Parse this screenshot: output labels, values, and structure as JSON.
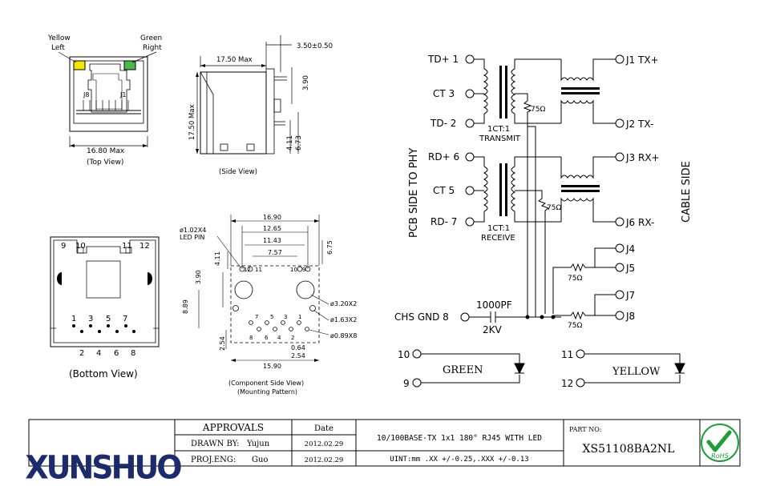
{
  "top_view": {
    "yellow_label": "Yellow",
    "yellow_sub": "Left",
    "green_label": "Green",
    "green_sub": "Right",
    "j8": "J8",
    "j1": "J1",
    "width_dim": "16.80 Max",
    "caption": "(Top View)",
    "yellow_color": "#f5e800",
    "green_color": "#4fb84a"
  },
  "side_view": {
    "dim_offset": "3.50±0.50",
    "dim_width": "17.50 Max",
    "dim_height": "17.50 Max",
    "dim_390": "3.90",
    "dim_411": "4.11",
    "dim_673": "6.73",
    "caption": "(Side View)"
  },
  "bottom_view": {
    "pin_top_left": [
      "9",
      "10"
    ],
    "pin_top_right": [
      "11",
      "12"
    ],
    "pins_odd": [
      "1",
      "3",
      "5",
      "7"
    ],
    "pins_even": [
      "2",
      "4",
      "6",
      "8"
    ],
    "caption": "(Bottom View)"
  },
  "pcb_view": {
    "dim_1690": "16.90",
    "dim_1265": "12.65",
    "dim_1143": "11.43",
    "dim_757": "7.57",
    "dim_675": "6.75",
    "dim_411": "4.11",
    "dim_390": "3.90",
    "dim_889": "8.89",
    "dim_254": "2.54",
    "dim_064": "0.64",
    "dim_254b": "2.54",
    "dim_1590": "15.90",
    "led_pin": "ø1.02X4",
    "led_pin_label": "LED PIN",
    "hole_320": "ø3.20X2",
    "hole_163": "ø1.63X2",
    "hole_089": "ø0.89X8",
    "pin_labels_top": [
      "12",
      "11",
      "10",
      "9"
    ],
    "pin_labels_row1": [
      "7",
      "5",
      "3",
      "1"
    ],
    "pin_labels_row2": [
      "8",
      "6",
      "4",
      "2"
    ],
    "caption1": "(Component Side View)",
    "caption2": "(Mounting Pattern)"
  },
  "schematic": {
    "pcb_side": "PCB SIDE TO PHY",
    "cable_side": "CABLE SIDE",
    "td_plus": "TD+ 1",
    "ct3": "CT  3",
    "td_minus": "TD- 2",
    "rd_plus": "RD+ 6",
    "ct5": "CT  5",
    "rd_minus": "RD- 7",
    "ratio_tx": "1CT:1",
    "transmit": "TRANSMIT",
    "ratio_rx": "1CT:1",
    "receive": "RECEIVE",
    "r75": "75Ω",
    "j1": "J1 TX+",
    "j2": "J2 TX-",
    "j3": "J3 RX+",
    "j6": "J6 RX-",
    "j4": "J4",
    "j5": "J5",
    "j7": "J7",
    "j8": "J8",
    "chs_gnd": "CHS GND 8",
    "cap_value": "1000PF",
    "cap_voltage": "2KV",
    "pin10": "10",
    "pin9": "9",
    "pin11": "11",
    "pin12": "12",
    "green": "GREEN",
    "yellow": "YELLOW"
  },
  "title_block": {
    "logo": "XUNSHUO",
    "approvals": "APPROVALS",
    "date_header": "Date",
    "drawn_by_label": "DRAWN BY:",
    "drawn_by": "Yujun",
    "drawn_date": "2012.02.29",
    "proj_eng_label": "PROJ.ENG:",
    "proj_eng": "Guo",
    "proj_date": "2012.02.29",
    "description": "10/100BASE-TX 1x1 180° RJ45 WITH LED",
    "tolerance": "UINT:mm .XX +/-0.25,.XXX +/-0.13",
    "part_no_label": "PART NO:",
    "part_no": "XS51108BA2NL",
    "rohs": "RoHS",
    "rohs_color": "#1e9d3a"
  }
}
